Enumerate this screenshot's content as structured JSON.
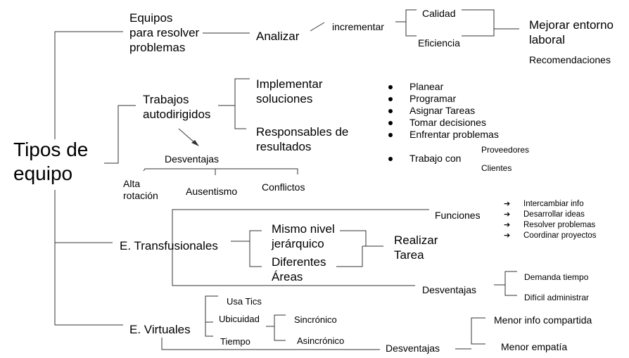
{
  "title": [
    "Tipos de",
    "equipo"
  ],
  "problemas": {
    "label": [
      "Equipos",
      "para resolver",
      "problemas"
    ],
    "analizar": "Analizar",
    "incrementar": "incrementar",
    "calidad": "Calidad",
    "eficiencia": "Eficiencia",
    "mejorar": [
      "Mejorar entorno",
      "laboral"
    ],
    "recomendaciones": "Recomendaciones"
  },
  "autodirigidos": {
    "label": [
      "Trabajos",
      "autodirigidos"
    ],
    "implementar": [
      "Implementar",
      "soluciones"
    ],
    "responsables": [
      "Responsables de",
      "resultados"
    ],
    "tareas": [
      "Planear",
      "Programar",
      "Asignar Tareas",
      "Tomar decisiones",
      "Enfrentar problemas"
    ],
    "trabajo_con": "Trabajo con",
    "proveedores": "Proveedores",
    "clientes": "Clientes",
    "desventajas": "Desventajas",
    "alta_rotacion": [
      "Alta",
      "rotación"
    ],
    "ausentismo": "Ausentismo",
    "conflictos": "Conflictos"
  },
  "transfusionales": {
    "label": "E. Transfusionales",
    "mismo_nivel": [
      "Mismo nivel",
      "jerárquico"
    ],
    "diferentes": [
      "Diferentes",
      "Áreas"
    ],
    "realizar": [
      "Realizar",
      "Tarea"
    ],
    "funciones": "Funciones",
    "funciones_items": [
      "Intercambiar info",
      "Desarrollar ideas",
      "Resolver problemas",
      "Coordinar proyectos"
    ],
    "arrow": "➔",
    "desventajas": "Desventajas",
    "demanda": "Demanda tiempo",
    "dificil": "Difícil administrar"
  },
  "virtuales": {
    "label": "E. Virtuales",
    "usa_tics": "Usa Tics",
    "ubicuidad": "Ubicuidad",
    "tiempo": "Tiempo",
    "sincronico": "Sincrónico",
    "asincronico": "Asincrónico",
    "desventajas": "Desventajas",
    "menor_info": "Menor info compartida",
    "menor_empatia": "Menor empatía"
  }
}
